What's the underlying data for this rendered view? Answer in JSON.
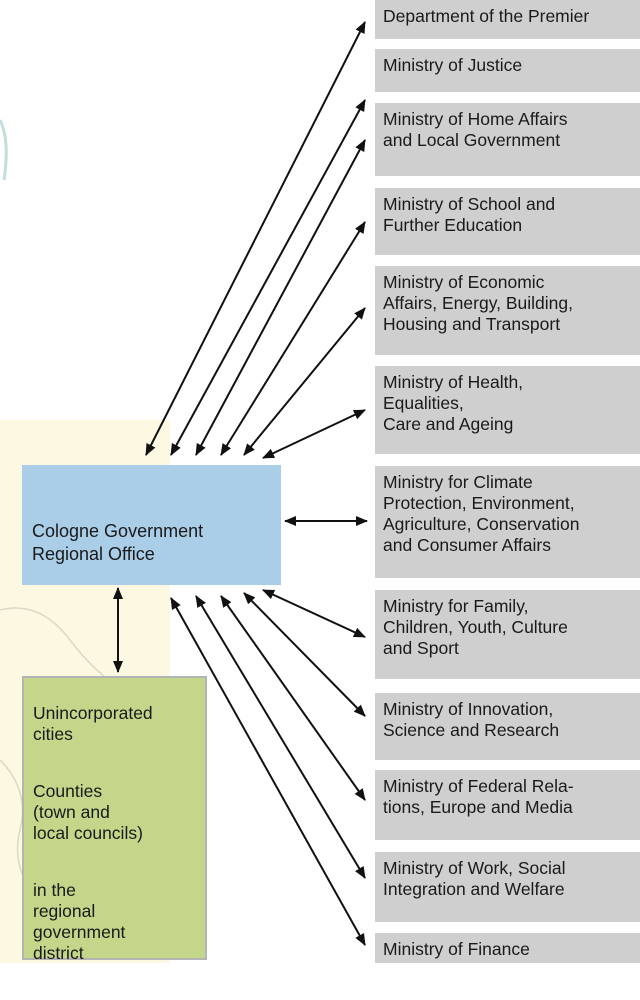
{
  "central_office": {
    "label": "Cologne Government\nRegional Office",
    "color": "#aacde8"
  },
  "local_authorities": {
    "color": "#c3d68a",
    "paragraphs": [
      "Unincorporated\ncities",
      "Counties\n(town and\nlocal councils)",
      "in the\nregional\ngovernment\ndistrict"
    ]
  },
  "ministries": {
    "color": "#cfcfcf",
    "items": [
      "Department of the Premier",
      "Ministry of Justice",
      "Ministry of Home Affairs\nand Local Government",
      "Ministry of School and\nFurther Education",
      "Ministry of Economic\nAffairs, Energy, Building,\nHousing and Transport",
      "Ministry of Health,\nEqualities,\nCare and Ageing",
      "Ministry for Climate\nProtection, Environment,\nAgriculture, Conservation\nand Consumer Affairs",
      "Ministry for Family,\nChildren, Youth, Culture\nand Sport",
      "Ministry of Innovation,\nScience and Research",
      "Ministry of Federal Rela-\ntions, Europe and Media",
      "Ministry of Work, Social\nIntegration and Welfare",
      "Ministry of Finance"
    ]
  },
  "connector_style": "double-headed-arrow"
}
